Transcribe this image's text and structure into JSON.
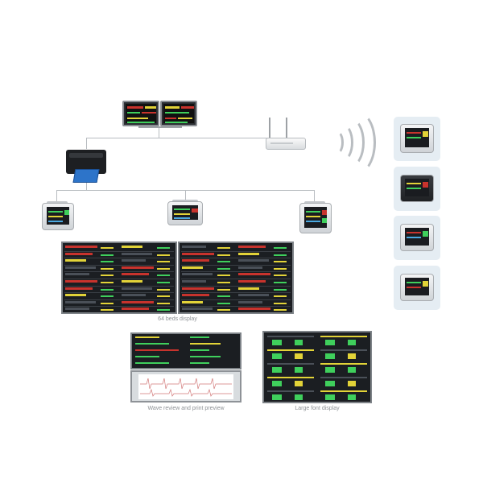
{
  "captions": {
    "beds_display": "64 beds display",
    "wave_review": "Wave review and print preview",
    "large_font": "Large font display"
  },
  "icons": {
    "central_station": "dual-monitor-icon",
    "router": "wifi-router-icon",
    "signal": "wireless-signal-icon",
    "printer": "printer-icon",
    "bedside_monitor": "patient-monitor-icon"
  },
  "colors": {
    "screen": "#1b1e22",
    "yellow_bar": "#e2d338",
    "red_bar": "#c8332d",
    "green_wave": "#3fcf5c",
    "tile_bg": "#e5edf3",
    "connector": "#b8bcc0"
  }
}
